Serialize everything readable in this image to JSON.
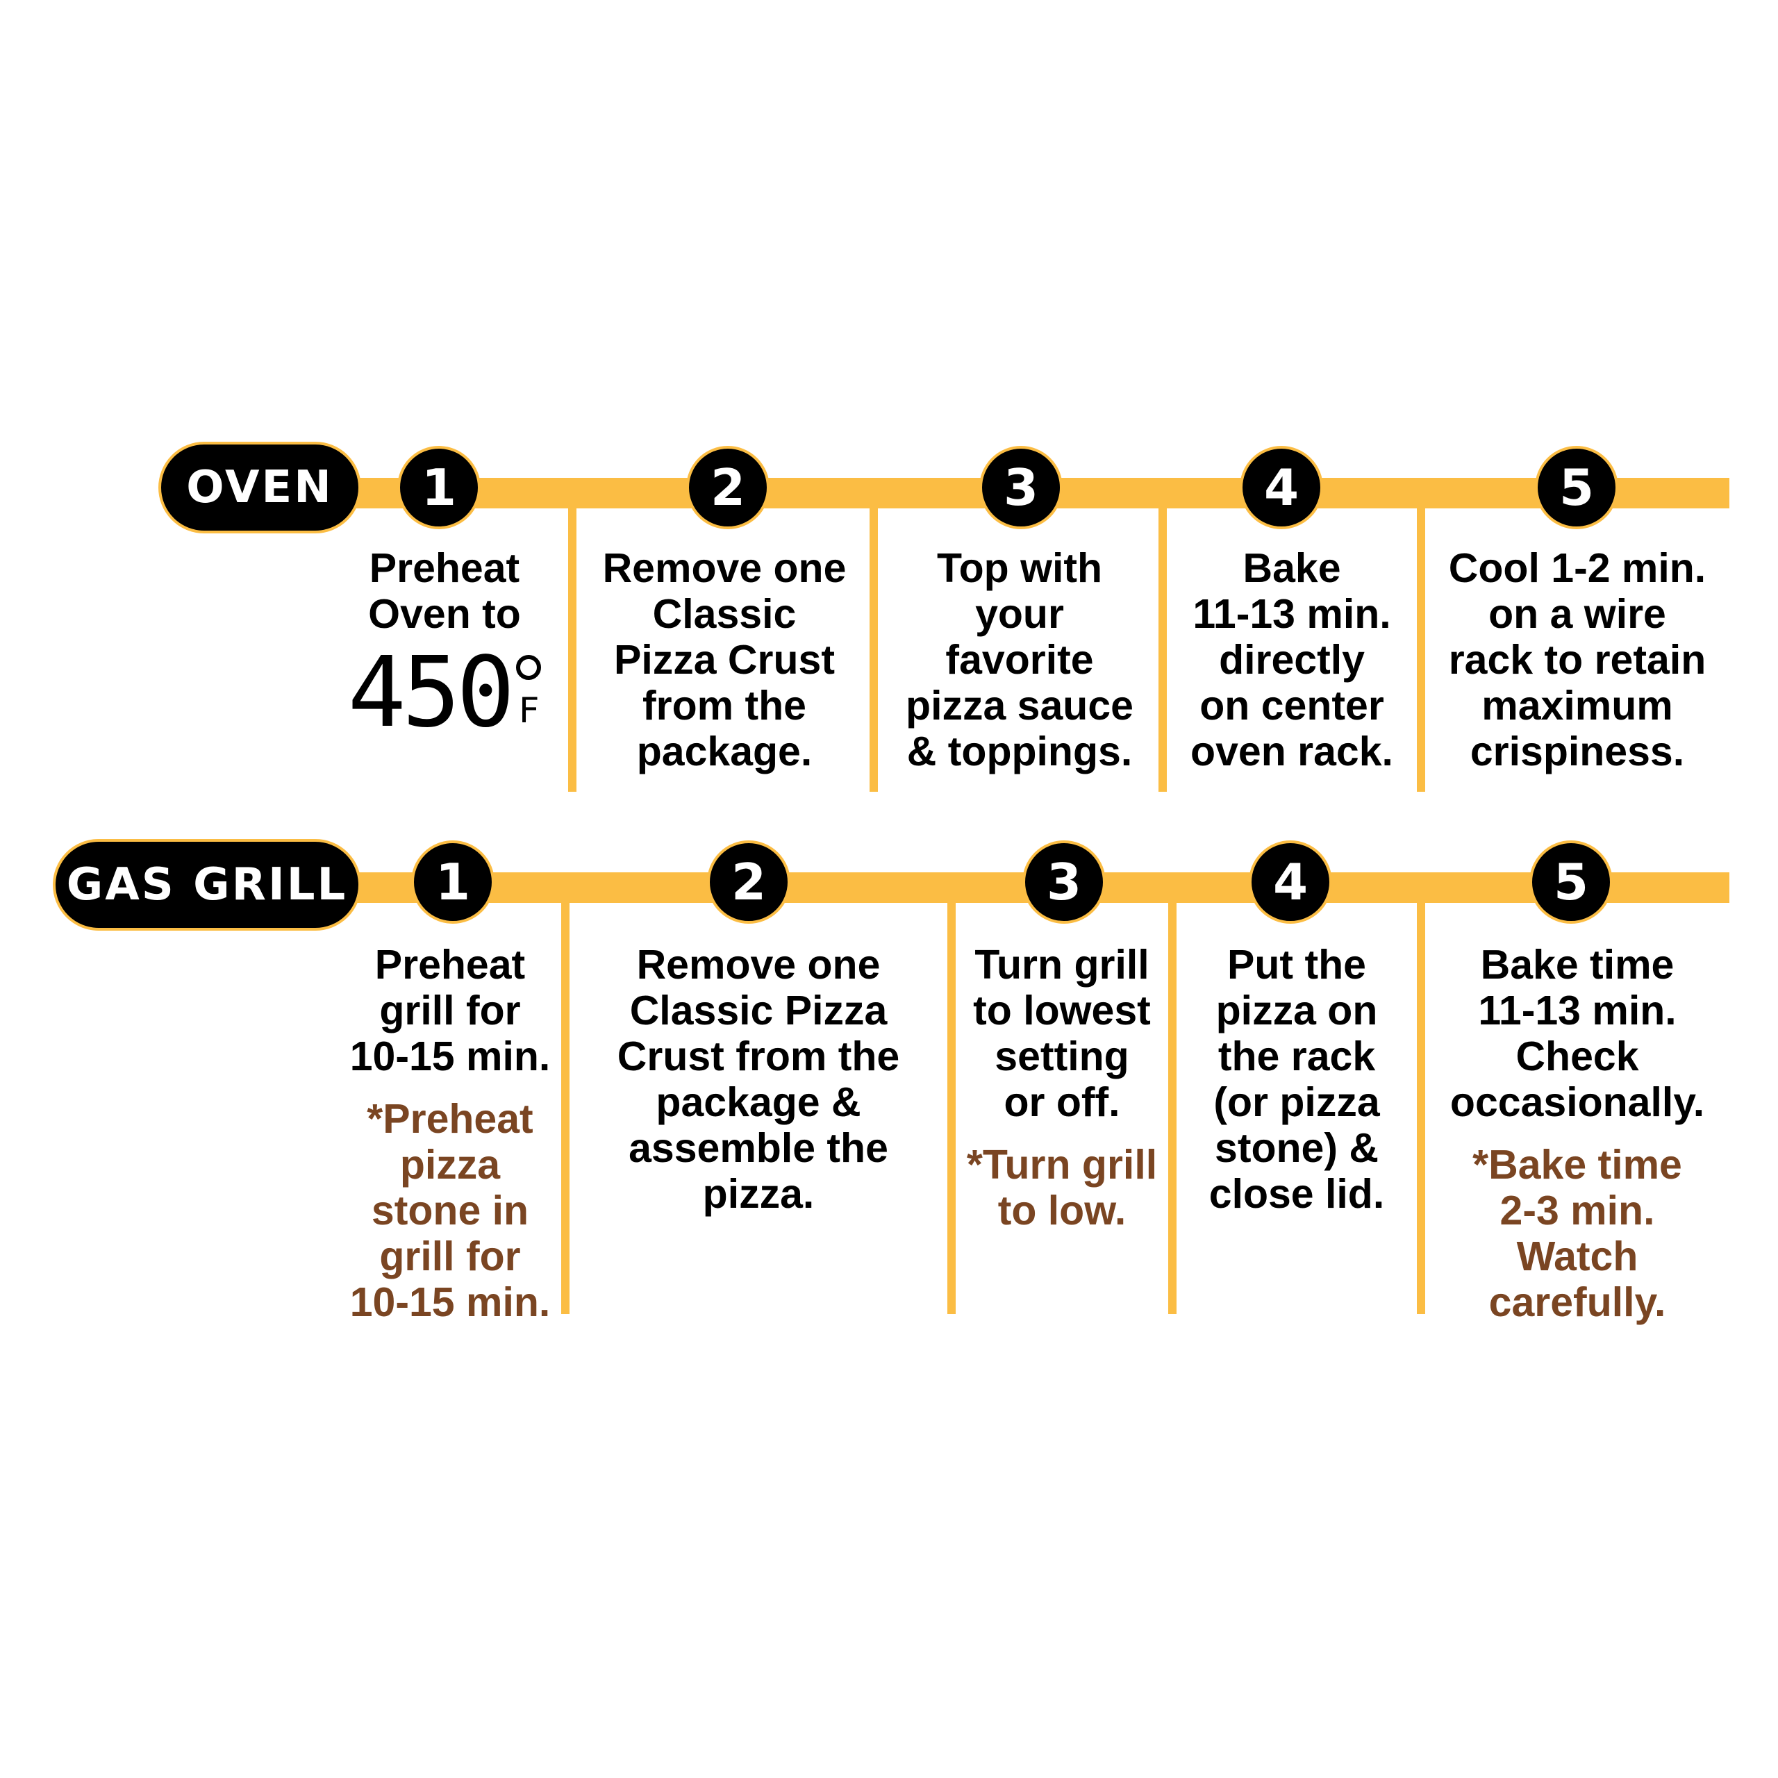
{
  "oven": {
    "label": "OVEN",
    "steps": [
      {
        "num": "1",
        "lines": [
          "Preheat",
          "Oven to"
        ]
      },
      {
        "num": "2",
        "lines": [
          "Remove one",
          "Classic",
          "Pizza Crust",
          "from the",
          "package."
        ]
      },
      {
        "num": "3",
        "lines": [
          "Top with",
          "your",
          "favorite",
          "pizza sauce",
          "& toppings."
        ]
      },
      {
        "num": "4",
        "lines": [
          "Bake",
          "11-13 min.",
          "directly",
          "on center",
          "oven rack."
        ]
      },
      {
        "num": "5",
        "lines": [
          "Cool 1-2 min.",
          "on a wire",
          "rack to retain",
          "maximum",
          "crispiness."
        ]
      }
    ],
    "temperature": {
      "value": "450",
      "unit": "F"
    }
  },
  "grill": {
    "label": "GAS GRILL",
    "steps": [
      {
        "num": "1",
        "lines": [
          "Preheat",
          "grill for",
          "10-15 min."
        ],
        "note": [
          "*Preheat",
          "pizza",
          "stone in",
          "grill for",
          "10-15 min."
        ]
      },
      {
        "num": "2",
        "lines": [
          "Remove one",
          "Classic Pizza",
          "Crust from the",
          "package &",
          "assemble the",
          "pizza."
        ]
      },
      {
        "num": "3",
        "lines": [
          "Turn grill",
          "to lowest",
          "setting",
          "or off."
        ],
        "note": [
          "*Turn grill",
          "to low."
        ]
      },
      {
        "num": "4",
        "lines": [
          "Put the",
          "pizza on",
          "the rack",
          "(or pizza",
          "stone) &",
          "close lid."
        ]
      },
      {
        "num": "5",
        "lines": [
          "Bake time",
          "11-13 min.",
          "Check",
          "occasionally."
        ],
        "note": [
          "*Bake time",
          "2-3 min.",
          "Watch",
          "carefully."
        ]
      }
    ]
  },
  "colors": {
    "accent": "#fbbd44",
    "note": "#7a4522",
    "badge": "#000000"
  }
}
